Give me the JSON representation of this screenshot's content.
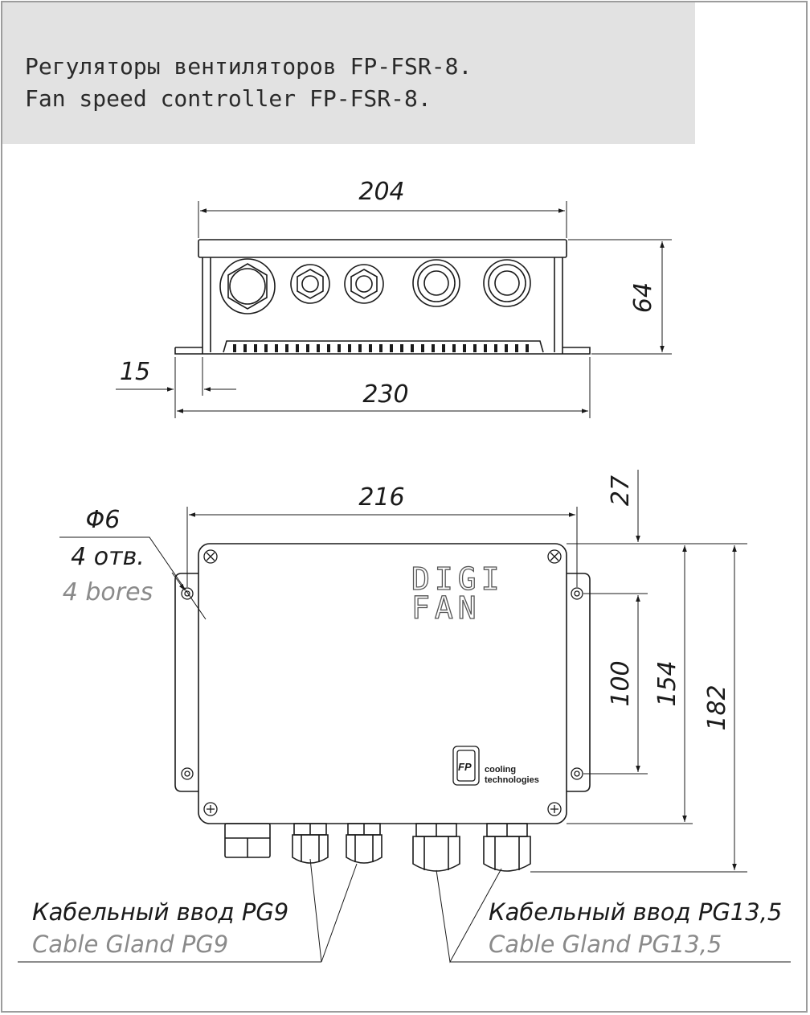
{
  "header": {
    "title_ru": "Регуляторы вентиляторов FP-FSR-8.",
    "title_en": "Fan speed controller FP-FSR-8."
  },
  "side_view": {
    "dim_top_width": "204",
    "dim_base_width": "230",
    "dim_flange": "15",
    "dim_height": "64"
  },
  "top_view": {
    "dim_width": "216",
    "dim_offset": "27",
    "dim_hole_spacing": "100",
    "dim_body_depth": "154",
    "dim_total_depth": "182",
    "hole_diameter": "Φ6",
    "hole_count_ru": "4 отв.",
    "hole_count_en": "4 bores",
    "logo_line1": "DIGI",
    "logo_line2": "FAN",
    "brand_line1": "cooling",
    "brand_line2": "technologies",
    "brand_mark": "FP"
  },
  "glands": {
    "pg9_ru": "Кабельный ввод PG9",
    "pg9_en": "Cable Gland PG9",
    "pg13_ru": "Кабельный ввод PG13,5",
    "pg13_en": "Cable Gland PG13,5"
  },
  "colors": {
    "line": "#1a1a1a",
    "header_bg": "#e2e2e2",
    "frame": "#9c9c9c",
    "secondary_text": "#8a8a8a"
  }
}
